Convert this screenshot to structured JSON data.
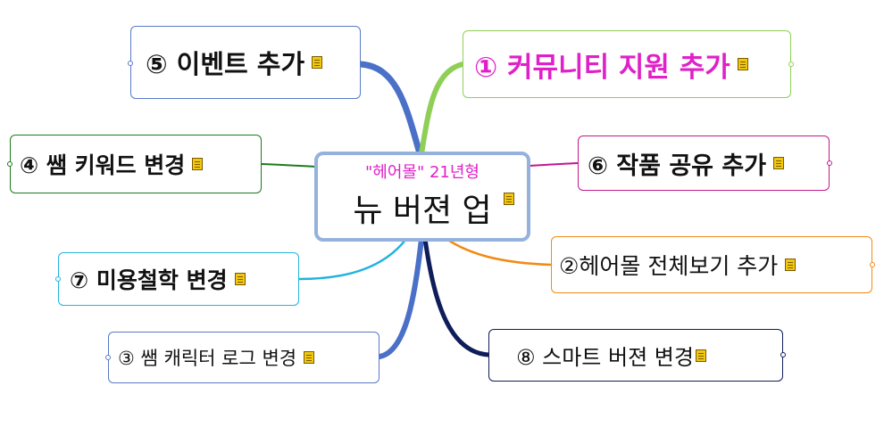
{
  "center": {
    "subtitle": "\"헤어몰\" 21년형",
    "title": "뉴 버젼 업"
  },
  "nodes": {
    "n1": {
      "label": "① 커뮤니티 지원 추가",
      "color": "#8fcf56",
      "text_color": "#e020c8"
    },
    "n2": {
      "label": "②헤어몰 전체보기 추가",
      "color": "#f28a12"
    },
    "n3": {
      "label": "③ 쌤 캐릭터 로그 변경",
      "color": "#5a79c6"
    },
    "n4": {
      "label": "④ 쌤 키워드 변경",
      "color": "#1d7b1d"
    },
    "n5": {
      "label": "⑤ 이벤트 추가",
      "color": "#5a79c6"
    },
    "n6": {
      "label": "⑥ 작품 공유 추가",
      "color": "#c2188e"
    },
    "n7": {
      "label": "⑦ 미용철학 변경",
      "color": "#20b3df"
    },
    "n8": {
      "label": "⑧ 스마트 버젼 변경",
      "color": "#0f1d5a"
    }
  },
  "icons": {
    "note": "note-icon"
  }
}
